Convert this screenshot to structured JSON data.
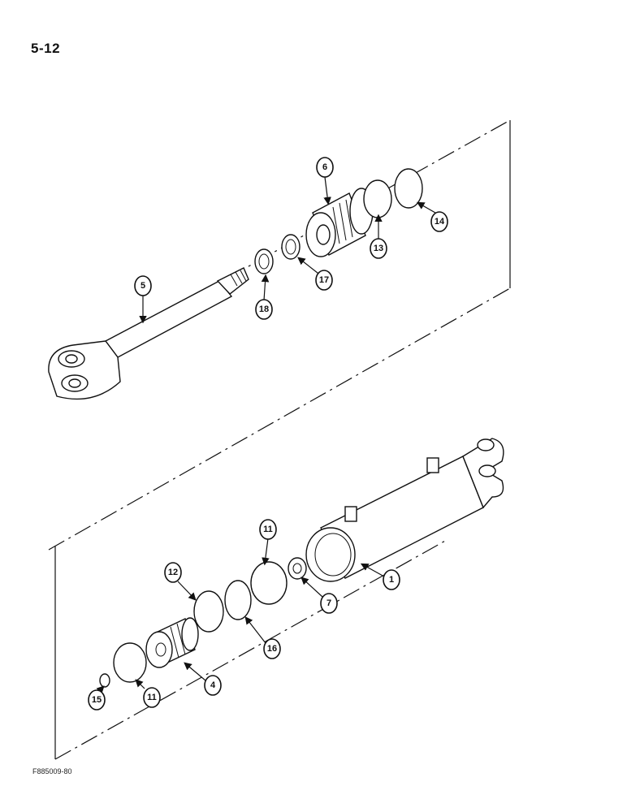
{
  "page": {
    "page_number": "5-12",
    "figure_code": "F885009-80"
  },
  "callouts": {
    "c1": "1",
    "c4": "4",
    "c5": "5",
    "c6": "6",
    "c7": "7",
    "c11a": "11",
    "c11b": "11",
    "c12": "12",
    "c13": "13",
    "c14": "14",
    "c15": "15",
    "c16": "16",
    "c17": "17",
    "c18": "18"
  }
}
